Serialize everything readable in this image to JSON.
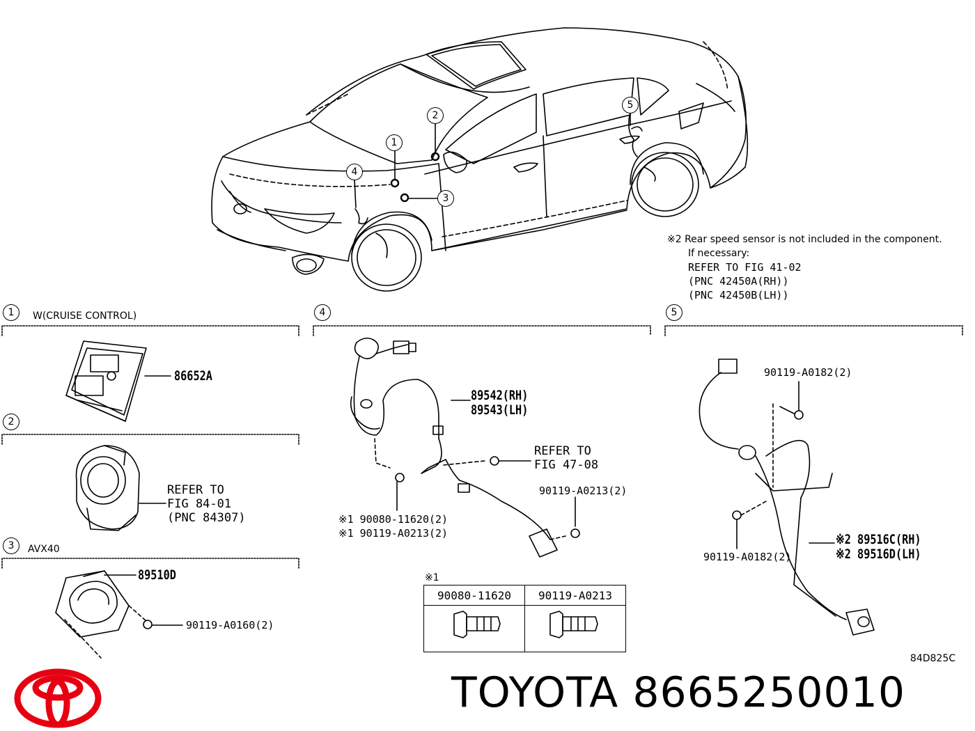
{
  "callouts": {
    "c1": "1",
    "c2": "2",
    "c3": "3",
    "c4": "4",
    "c5": "5"
  },
  "sections": {
    "s1": {
      "num": "1",
      "title": "W(CRUISE CONTROL)",
      "part": "86652A"
    },
    "s2": {
      "num": "2",
      "ref1": "REFER TO",
      "ref2": "FIG 84-01",
      "ref3": "(PNC 84307)"
    },
    "s3": {
      "num": "3",
      "title": "AVX40",
      "part": "89510D",
      "bolt": "90119-A0160(2)"
    },
    "s4": {
      "num": "4",
      "part_rh": "89542(RH)",
      "part_lh": "89543(LH)",
      "ref1": "REFER TO",
      "ref2": "FIG 47-08",
      "bolt_a": "90119-A0213(2)",
      "note_a": "※1 90080-11620(2)",
      "note_b": "※1 90119-A0213(2)"
    },
    "s5": {
      "num": "5",
      "bolt_top": "90119-A0182(2)",
      "bolt_bottom": "90119-A0182(2)",
      "part_rh": "※2 89516C(RH)",
      "part_lh": "※2 89516D(LH)"
    }
  },
  "note2": {
    "line1": "※2 Rear speed sensor is not included in the component.",
    "line2": "If necessary:",
    "line3": "REFER TO FIG 41-02",
    "line4": "(PNC 42450A(RH))",
    "line5": "(PNC 42450B(LH))"
  },
  "fastener_table": {
    "mark": "※1",
    "col1": "90080-11620",
    "col2": "90119-A0213"
  },
  "diagram_code": "84D825C",
  "brand": {
    "name": "TOYOTA",
    "part_number": "8665250010",
    "logo_color": "#e60012"
  }
}
